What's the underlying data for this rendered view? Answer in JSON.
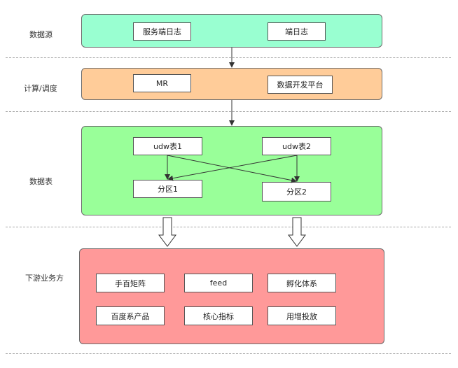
{
  "colors": {
    "source_panel": "#99ffd1",
    "compute_panel": "#ffcc99",
    "table_panel": "#99ff99",
    "downstream_panel": "#ff9999"
  },
  "layers": {
    "source": {
      "label": "数据源",
      "nodes": [
        "服务端日志",
        "端日志"
      ]
    },
    "compute": {
      "label": "计算/调度",
      "nodes": [
        "MR",
        "数据开发平台"
      ]
    },
    "tables": {
      "label": "数据表",
      "sources": [
        "udw表1",
        "udw表2"
      ],
      "partitions": [
        "分区1",
        "分区2"
      ]
    },
    "downstream": {
      "label": "下游业务方",
      "nodes": [
        "手百矩阵",
        "feed",
        "孵化体系",
        "百度系产品",
        "核心指标",
        "用增投放"
      ]
    }
  }
}
